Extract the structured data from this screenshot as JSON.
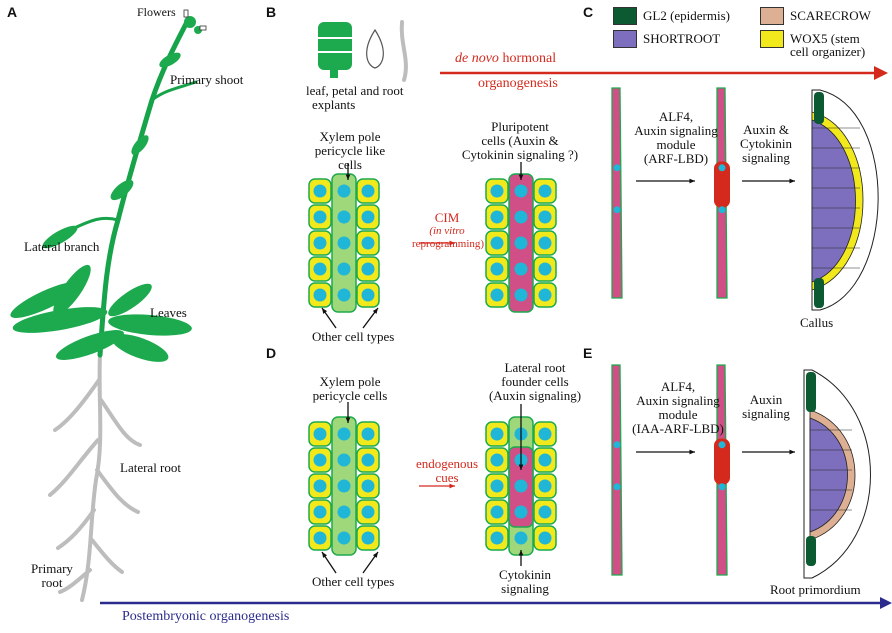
{
  "panels": {
    "a": "A",
    "b": "B",
    "c": "C",
    "d": "D",
    "e": "E"
  },
  "plant": {
    "flowers": "Flowers",
    "primary_shoot": "Primary shoot",
    "lateral_branch": "Lateral branch",
    "leaves": "Leaves",
    "lateral_root": "Lateral root",
    "primary_root_1": "Primary",
    "primary_root_2": "root"
  },
  "bottom_arrow": "Postembryonic organogenesis",
  "top_arrow": {
    "italic": "de novo",
    "rest": " hormonal",
    "line2": "organogenesis"
  },
  "explants": {
    "line1": "leaf, petal and root",
    "line2": "explants"
  },
  "legend": [
    {
      "label": "GL2 (epidermis)",
      "color": "#0b5a32"
    },
    {
      "label": "SCARECROW",
      "color": "#ddb093"
    },
    {
      "label": "SHORTROOT",
      "color": "#7d6fbd"
    },
    {
      "label": "WOX5 (stem",
      "label2": "cell organizer)",
      "color": "#f2e91d"
    }
  ],
  "panel_b": {
    "xylem": [
      "Xylem pole",
      "pericycle like",
      "cells"
    ],
    "pluri": [
      "Pluripotent",
      "cells (Auxin &",
      "Cytokinin signaling ?)"
    ],
    "cim": "CIM",
    "cim2": "(in vitro",
    "cim3": "reprogramming)",
    "other": "Other cell types"
  },
  "panel_c": {
    "alf": [
      "ALF4,",
      "Auxin signaling",
      "module",
      "(ARF-LBD)"
    ],
    "aux": [
      "Auxin &",
      "Cytokinin",
      "signaling"
    ],
    "callus": "Callus"
  },
  "panel_d": {
    "xylem": [
      "Xylem pole",
      "pericycle cells"
    ],
    "lrf": [
      "Lateral root",
      "founder cells",
      "(Auxin signaling)"
    ],
    "endo": [
      "endogenous",
      "cues"
    ],
    "other": "Other cell types",
    "cyto": [
      "Cytokinin",
      "signaling"
    ]
  },
  "panel_e": {
    "alf": [
      "ALF4,",
      "Auxin signaling",
      "module",
      "(IAA-ARF-LBD)"
    ],
    "aux": [
      "Auxin",
      "signaling"
    ],
    "prim": "Root primordium"
  },
  "colors": {
    "green": "#1daa4e",
    "red": "#d42a1e",
    "blue": "#2b2b8e",
    "pink": "#cf4f86",
    "cyan": "#1fb6d8",
    "yellow": "#f2e91d"
  }
}
